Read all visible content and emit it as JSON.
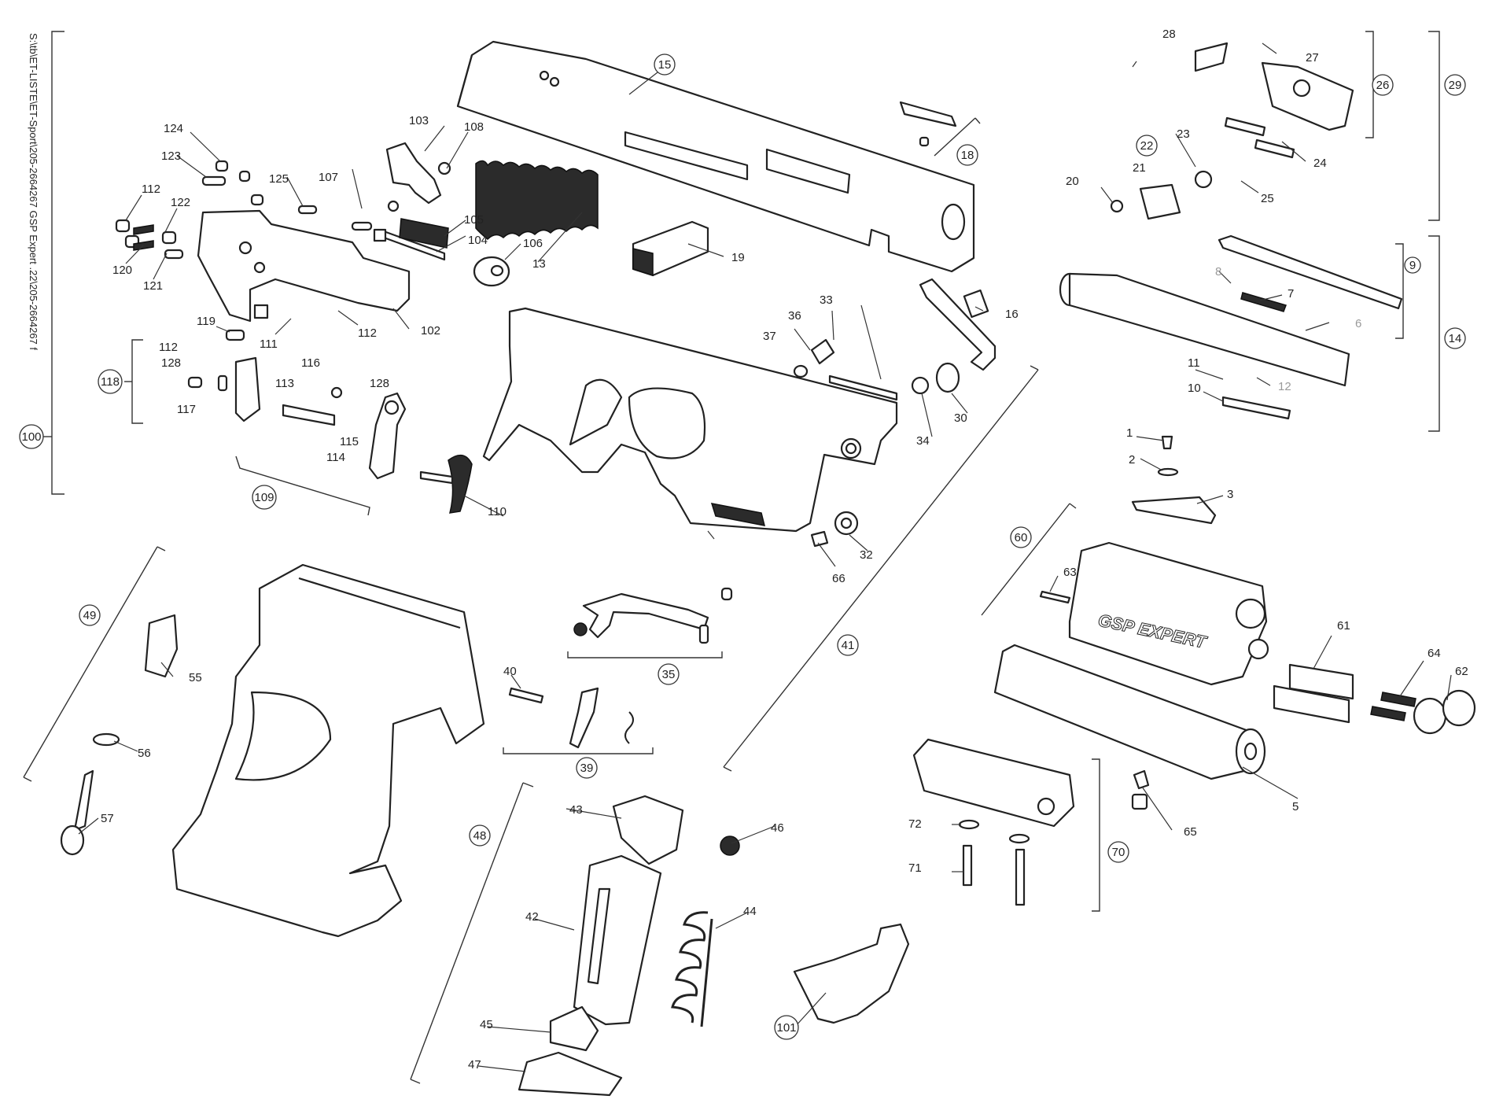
{
  "drawing": {
    "side_label": "S:\\tb\\ET-LISTE\\ET-Sport\\205-2664267 GSP Expert .22\\205-2664267  f",
    "brand_engraving": "GSP EXPERT"
  },
  "labels": {
    "n1": "1",
    "n2": "2",
    "n3": "3",
    "n5": "5",
    "n6": "6",
    "n7": "7",
    "n8": "8",
    "n9": "9",
    "n10": "10",
    "n11": "11",
    "n12": "12",
    "n13": "13",
    "n14": "14",
    "n15": "15",
    "n16": "16",
    "n18": "18",
    "n19": "19",
    "n20": "20",
    "n21": "21",
    "n22": "22",
    "n23": "23",
    "n24": "24",
    "n25": "25",
    "n26": "26",
    "n27": "27",
    "n28": "28",
    "n29": "29",
    "n30": "30",
    "n32": "32",
    "n33": "33",
    "n34": "34",
    "n35": "35",
    "n36": "36",
    "n37": "37",
    "n39": "39",
    "n40": "40",
    "n41": "41",
    "n42": "42",
    "n43": "43",
    "n44": "44",
    "n45": "45",
    "n46": "46",
    "n47": "47",
    "n48": "48",
    "n49": "49",
    "n55": "55",
    "n56": "56",
    "n57": "57",
    "n60": "60",
    "n61": "61",
    "n62": "62",
    "n63": "63",
    "n64": "64",
    "n65": "65",
    "n66": "66",
    "n70": "70",
    "n71": "71",
    "n72": "72",
    "n100": "100",
    "n101": "101",
    "n102": "102",
    "n103": "103",
    "n104": "104",
    "n105": "105",
    "n106": "106",
    "n107": "107",
    "n108": "108",
    "n109": "109",
    "n110": "110",
    "n111": "111",
    "n112": "112",
    "n113": "113",
    "n114": "114",
    "n115": "115",
    "n116": "116",
    "n117": "117",
    "n118": "118",
    "n119": "119",
    "n120": "120",
    "n121": "121",
    "n122": "122",
    "n123": "123",
    "n124": "124",
    "n125": "125",
    "n128": "128"
  }
}
